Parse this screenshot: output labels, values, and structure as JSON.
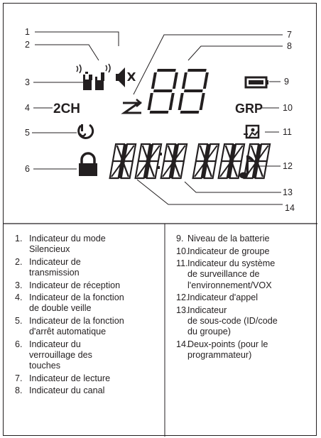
{
  "callouts": [
    "1",
    "2",
    "3",
    "4",
    "5",
    "6",
    "7",
    "8",
    "9",
    "10",
    "11",
    "12",
    "13",
    "14"
  ],
  "display": {
    "two_ch_label": "2CH",
    "grp_label": "GRP"
  },
  "legend": {
    "left": [
      {
        "num": "1.",
        "text": "Indicateur du mode\nSilencieux"
      },
      {
        "num": "2.",
        "text": "Indicateur de\ntransmission"
      },
      {
        "num": "3.",
        "text": "Indicateur de réception"
      },
      {
        "num": "4.",
        "text": "Indicateur de la fonction\nde double veille"
      },
      {
        "num": "5.",
        "text": "Indicateur de la fonction\nd'arrêt automatique"
      },
      {
        "num": "6.",
        "text": "Indicateur du\nverrouillage des\ntouches"
      },
      {
        "num": "7.",
        "text": "Indicateur de lecture"
      },
      {
        "num": "8.",
        "text": "Indicateur du canal"
      }
    ],
    "right": [
      {
        "num": "9.",
        "text": "Niveau de la batterie"
      },
      {
        "num": "10.",
        "text": "Indicateur de groupe"
      },
      {
        "num": "11.",
        "text": "Indicateur du système\nde surveillance de\nl'environnement/VOX"
      },
      {
        "num": "12.",
        "text": "Indicateur d'appel"
      },
      {
        "num": "13.",
        "text": "Indicateur\nde sous-code (ID/code\ndu groupe)"
      },
      {
        "num": "14.",
        "text": "Deux-points (pour le\nprogrammateur)"
      }
    ]
  }
}
